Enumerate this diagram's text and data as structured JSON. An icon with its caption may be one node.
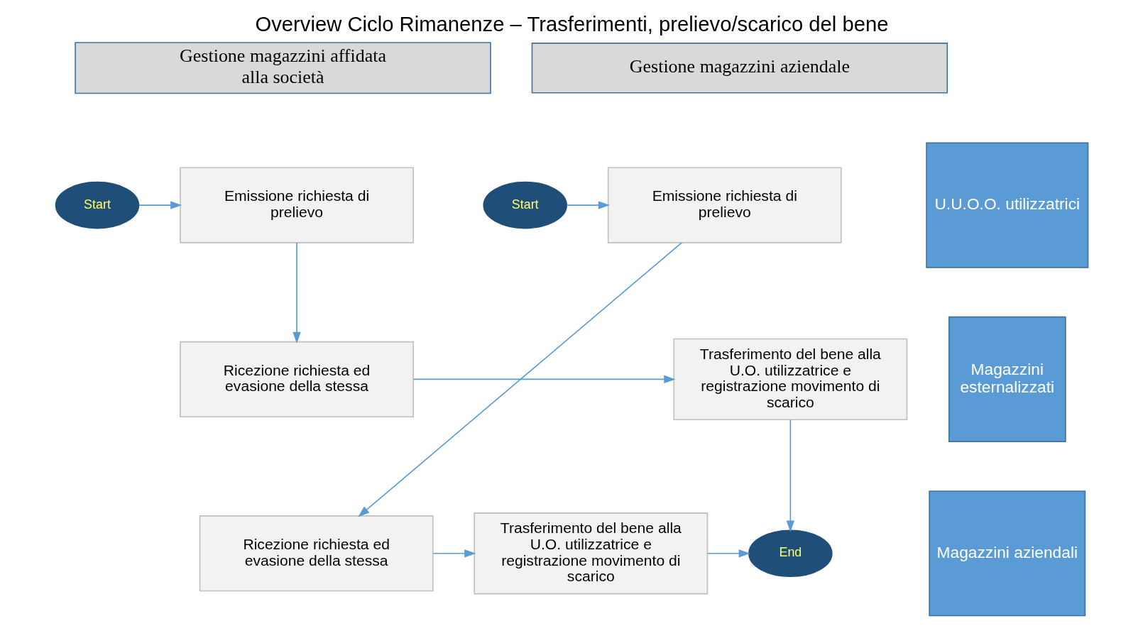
{
  "diagram": {
    "title": "Overview Ciclo Rimanenze – Trasferimenti, prelievo/scarico del bene",
    "nodes": [
      {
        "text": [
          "Gestione magazzini affidata alla società"
        ]
      },
      {
        "text": [
          "Gestione magazzini aziendale"
        ]
      },
      {
        "text": [
          "U.U.O.O. utilizzatrici"
        ]
      },
      {
        "text": [
          "Magazzini esternalizzati"
        ]
      },
      {
        "text": [
          "Magazzini aziendali"
        ]
      },
      {
        "text": [
          "Start"
        ]
      },
      {
        "text": [
          "Emissione richiesta di prelievo"
        ]
      },
      {
        "text": [
          "Start"
        ]
      },
      {
        "text": [
          "Emissione richiesta di prelievo"
        ]
      },
      {
        "text": [
          "Ricezione richiesta ed evasione della stessa"
        ]
      },
      {
        "text": [
          "Trasferimento del bene alla U.O. utilizzatrice e registrazione movimento di scarico"
        ]
      },
      {
        "text": [
          "End"
        ]
      },
      {
        "text": [
          "Trasferimento del bene alla U.O. utilizzatrice e registrazione movimento di scarico"
        ]
      },
      {
        "text": [
          "Ricezione richiesta ed evasione della stessa"
        ]
      }
    ],
    "edges": [
      {
        "from": 5,
        "to": 6,
        "arrow": "to"
      },
      {
        "from": 6,
        "to": 9,
        "arrow": "to"
      },
      {
        "from": 9,
        "to": 10,
        "arrow": "to"
      },
      {
        "from": 10,
        "to": 11,
        "arrow": "to"
      },
      {
        "from": 7,
        "to": 8,
        "arrow": "to"
      },
      {
        "from": 8,
        "to": 13,
        "arrow": "to"
      },
      {
        "from": 13,
        "to": 12,
        "arrow": "to"
      },
      {
        "from": 12,
        "to": 11,
        "arrow": "to"
      }
    ]
  }
}
